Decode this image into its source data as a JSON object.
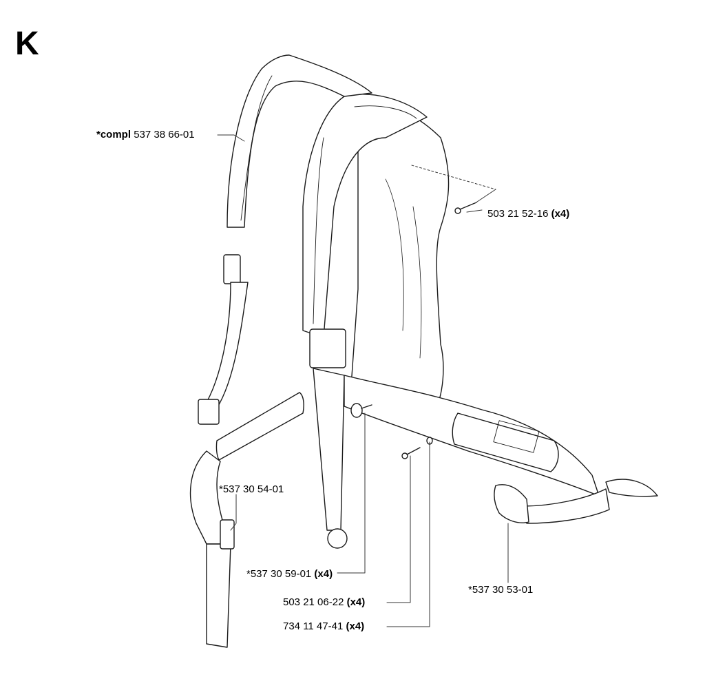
{
  "section": "K",
  "callouts": {
    "harness": {
      "prefix": "*compl",
      "number": "537 38 66-01",
      "qty": ""
    },
    "screw_top": {
      "prefix": "",
      "number": "503 21 52-16",
      "qty": "(x4)"
    },
    "pad": {
      "prefix": "",
      "number": "*537 30 54-01",
      "qty": ""
    },
    "rivet": {
      "prefix": "",
      "number": "*537 30 59-01",
      "qty": "(x4)"
    },
    "screw_bottom": {
      "prefix": "",
      "number": "503 21 06-22",
      "qty": "(x4)"
    },
    "washer": {
      "prefix": "",
      "number": "734 11 47-41",
      "qty": "(x4)"
    },
    "hip_pad": {
      "prefix": "",
      "number": "*537 30 53-01",
      "qty": ""
    }
  }
}
